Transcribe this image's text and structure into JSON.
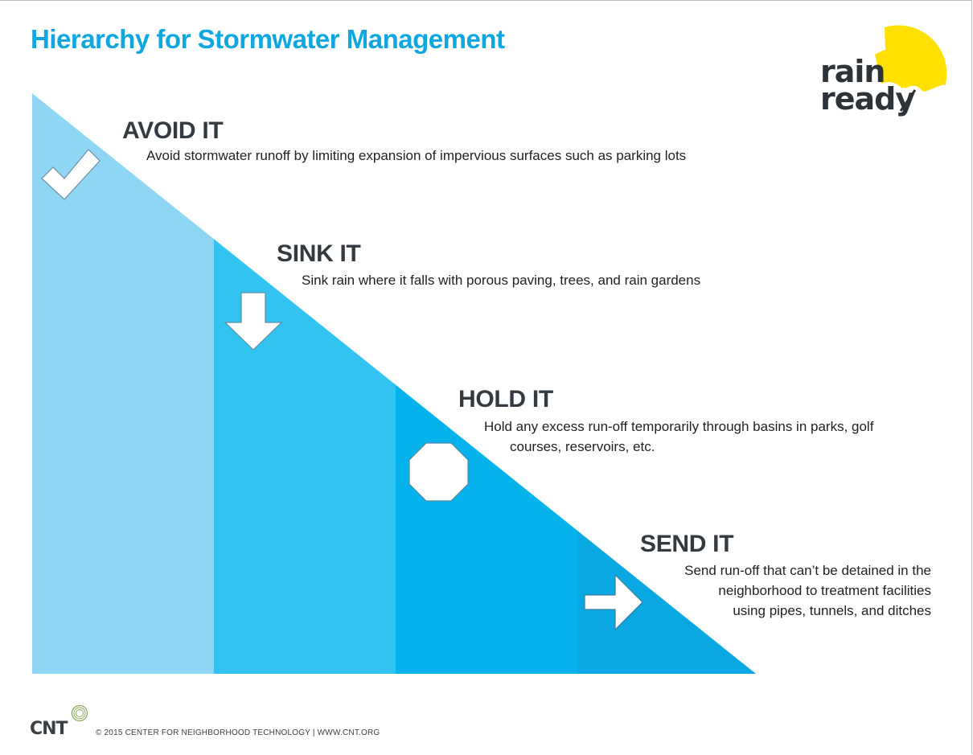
{
  "title": "Hierarchy for Stormwater Management",
  "logo": {
    "line1": "rain",
    "line2": "ready",
    "umbrella_color": "#ffe000"
  },
  "steps": [
    {
      "heading": "AVOID IT",
      "icon": "checkmark-icon",
      "color": "#8fd6f5",
      "description": "Avoid stormwater runoff by limiting expansion of impervious surfaces such as parking lots"
    },
    {
      "heading": "SINK IT",
      "icon": "down-arrow-icon",
      "color": "#33c3f0",
      "description": "Sink rain where it falls with porous paving, trees, and rain gardens"
    },
    {
      "heading": "HOLD IT",
      "icon": "octagon-icon",
      "color": "#06b2eb",
      "description_lines": [
        "Hold any excess run-off temporarily through basins in parks, golf",
        "courses, reservoirs, etc."
      ]
    },
    {
      "heading": "SEND IT",
      "icon": "right-arrow-icon",
      "color": "#0aa8e2",
      "description_lines": [
        "Send run-off that can’t be detained in the",
        "neighborhood to treatment facilities",
        "using pipes, tunnels, and ditches"
      ]
    }
  ],
  "footer": {
    "org_abbr": "CNT",
    "copyright": "© 2015 CENTER FOR NEIGHBORHOOD TECHNOLOGY | WWW.CNT.ORG"
  }
}
